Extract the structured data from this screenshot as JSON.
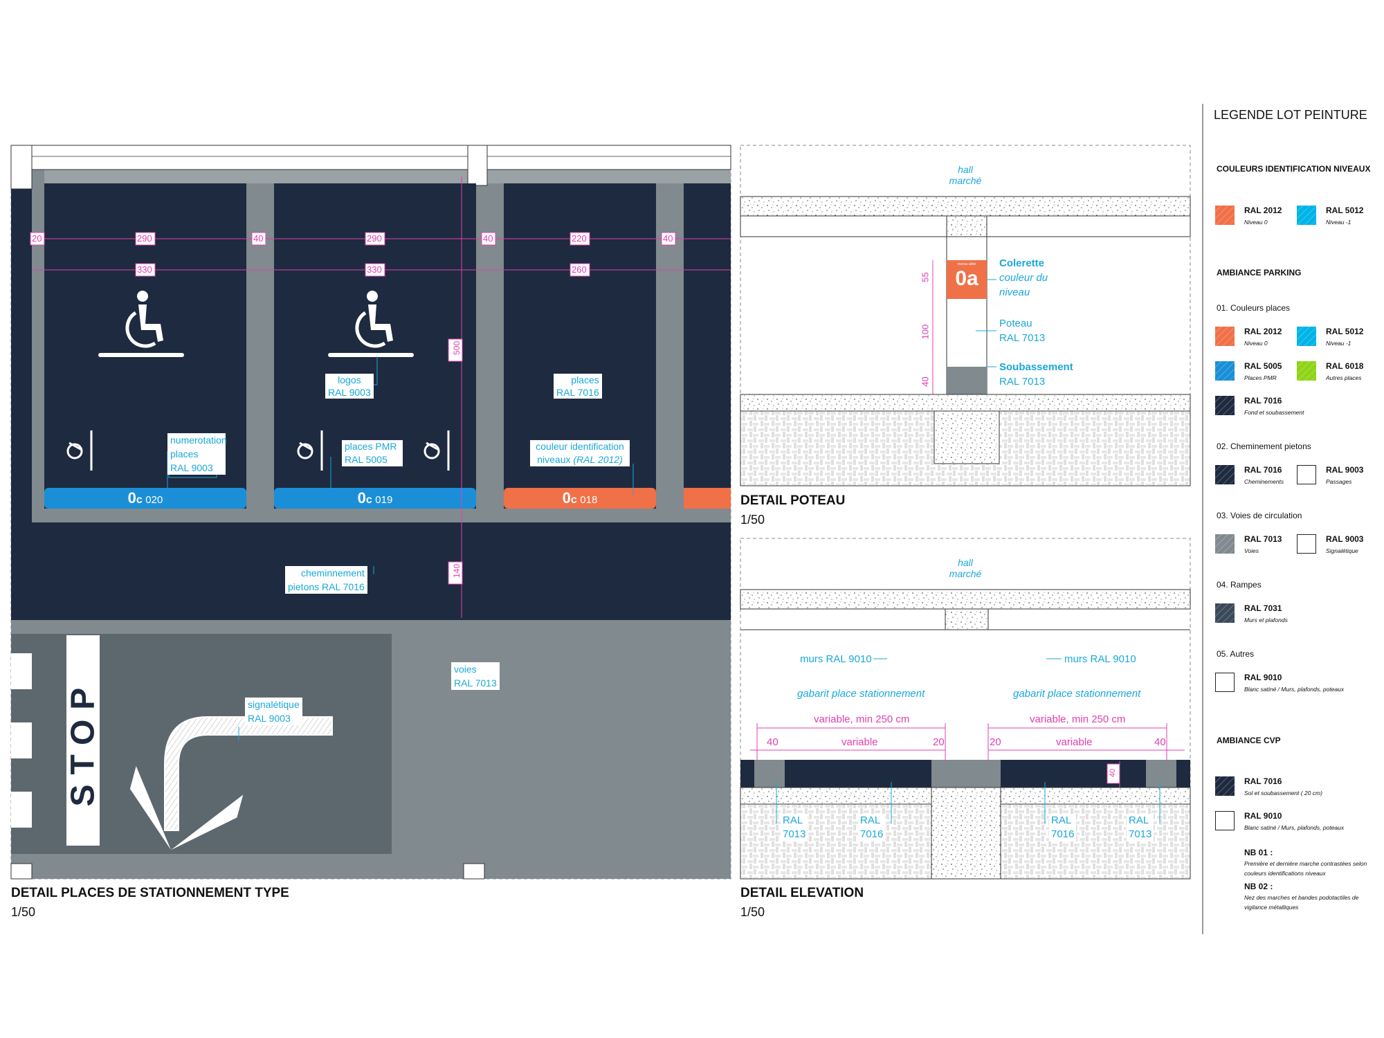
{
  "colors": {
    "ral2012": "#f07048",
    "ral5012": "#00b4e8",
    "ral5005": "#1a8fd8",
    "ral6018": "#8ed417",
    "ral7016": "#1e2a3f",
    "ral7013": "#808a8f",
    "ral7031": "#3a4a5a",
    "ral9003": "#ffffff",
    "ral9010": "#ffffff",
    "dim": "#e040b0",
    "annot": "#1aa8d8"
  },
  "panel1": {
    "title": "DETAIL PLACES DE STATIONNEMENT TYPE",
    "scale": "1/50",
    "dims": {
      "a": "20",
      "b": "290",
      "c": "40",
      "d": "290",
      "e": "40",
      "f": "220",
      "g": "40",
      "h": "330",
      "i": "330",
      "j": "260",
      "v500": "500",
      "v140": "140"
    },
    "spaces": [
      {
        "num": "0",
        "sub": "c",
        "id": "020"
      },
      {
        "num": "0",
        "sub": "c",
        "id": "019"
      },
      {
        "num": "0",
        "sub": "c",
        "id": "018"
      }
    ],
    "labels": {
      "logos1": "logos",
      "logos2": "RAL 9003",
      "places1": "places",
      "places2": "RAL 7016",
      "num1": "numerotation",
      "num2": "places",
      "num3": "RAL 9003",
      "pmr1": "places PMR",
      "pmr2": "RAL 5005",
      "coul1": "couleur identification",
      "coul2": "niveaux",
      "coul3": "(RAL 2012)",
      "chem1": "cheminnement",
      "chem2": "pietons RAL 7016",
      "voies1": "voies",
      "voies2": "RAL 7013",
      "sign1": "signalétique",
      "sign2": "RAL 9003",
      "stop": "STOP"
    }
  },
  "panel2": {
    "title": "DETAIL POTEAU",
    "scale": "1/50",
    "hall": "hall marché",
    "colerette": "Colerette",
    "colerette_sub1": "couleur du",
    "colerette_sub2": "niveau",
    "poteau": "Poteau",
    "poteau_ral": "RAL 7013",
    "soub": "Soubassement",
    "soub_ral": "RAL 7013",
    "badge": "0a",
    "badge_small1": "niveau",
    "badge_small2": "allée",
    "d55": "55",
    "d100": "100",
    "d40": "40"
  },
  "panel3": {
    "title": "DETAIL ELEVATION",
    "scale": "1/50",
    "hall": "hall marché",
    "murs_l": "murs RAL 9010",
    "murs_r": "murs RAL 9010",
    "gab_l": "gabarit place stationnement",
    "gab_r": "gabarit place stationnement",
    "var_l": "variable, min 250 cm",
    "var_r": "variable, min 250 cm",
    "d40a": "40",
    "varA": "variable",
    "d20a": "20",
    "d20b": "20",
    "varB": "variable",
    "d40b": "40",
    "d40c": "40",
    "r1a": "RAL",
    "r1b": "7013",
    "r2a": "RAL",
    "r2b": "7016",
    "r3a": "RAL",
    "r3b": "7016",
    "r4a": "RAL",
    "r4b": "7013"
  },
  "legend": {
    "title": "LEGENDE LOT PEINTURE",
    "h1": "COULEURS IDENTIFICATION NIVEAUX",
    "i1": {
      "c": "RAL 2012",
      "d": "Niveau 0"
    },
    "i2": {
      "c": "RAL 5012",
      "d": "Niveau -1"
    },
    "h2": "AMBIANCE PARKING",
    "s1": "01. Couleurs places",
    "i3": {
      "c": "RAL 2012",
      "d": "Niveau 0"
    },
    "i4": {
      "c": "RAL 5012",
      "d": "Niveau -1"
    },
    "i5": {
      "c": "RAL 5005",
      "d": "Places PMR"
    },
    "i6": {
      "c": "RAL 6018",
      "d": "Autres places"
    },
    "i7": {
      "c": "RAL 7016",
      "d": "Fond et soubassement"
    },
    "s2": "02. Cheminement pietons",
    "i8": {
      "c": "RAL 7016",
      "d": "Cheminements"
    },
    "i9": {
      "c": "RAL 9003",
      "d": "Passages"
    },
    "s3": "03. Voies de circulation",
    "i10": {
      "c": "RAL 7013",
      "d": "Voies"
    },
    "i11": {
      "c": "RAL 9003",
      "d": "Signalétique"
    },
    "s4": "04. Rampes",
    "i12": {
      "c": "RAL 7031",
      "d": "Murs et plafonds"
    },
    "s5": "05. Autres",
    "i13": {
      "c": "RAL 9010",
      "d": "Blanc satiné / Murs, plafonds, poteaux"
    },
    "h3": "AMBIANCE CVP",
    "i14": {
      "c": "RAL 7016",
      "d": "Sol et soubassement ( 20 cm)"
    },
    "i15": {
      "c": "RAL 9010",
      "d": "Blanc satiné / Murs, plafonds, poteaux"
    },
    "nb1": "NB 01 :",
    "nb1a": "Première et dernière marche contrastées selon",
    "nb1b": "couleurs identifications niveaux",
    "nb2": "NB 02 :",
    "nb2a": "Nez des marches et bandes podotactiles de",
    "nb2b": "vigilance métalliques"
  }
}
